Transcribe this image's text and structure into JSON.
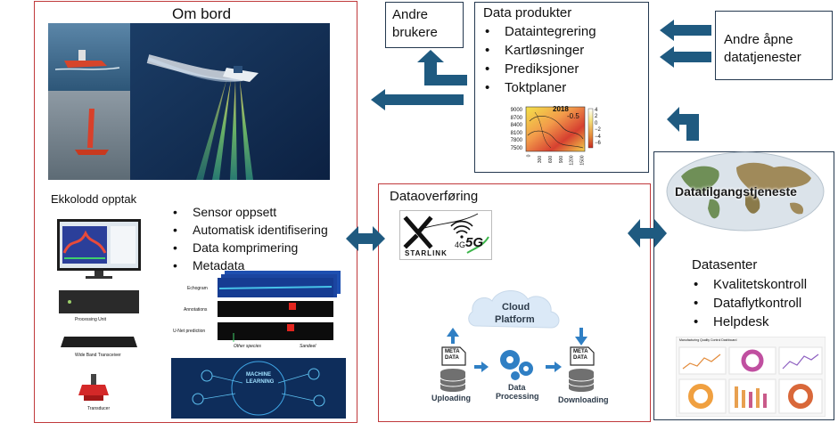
{
  "onboard": {
    "title": "Om bord",
    "echo_title": "Ekkolodd opptak",
    "bullets": [
      "Sensor oppsett",
      "Automatisk identifisering",
      "Data komprimering",
      "Metadata"
    ],
    "hardware_labels": [
      "Processing Unit",
      "Wide Band Transceiver",
      "Transducer"
    ],
    "echogram_labels": [
      "Echogram",
      "Annotations",
      "U-Net prediction",
      "Other species",
      "Sandeel"
    ],
    "ml_label_1": "MACHINE",
    "ml_label_2": "LEARNING"
  },
  "other_users": {
    "label_1": "Andre",
    "label_2": "brukere"
  },
  "data_products": {
    "title": "Data produkter",
    "bullets": [
      "Dataintegrering",
      "Kartløsninger",
      "Prediksjoner",
      "Toktplaner"
    ],
    "plot_title": "2018",
    "plot_yticks": [
      "9000",
      "8700",
      "8400",
      "8100",
      "7800",
      "7500"
    ],
    "plot_xticks": [
      "0",
      "300",
      "600",
      "900",
      "1200",
      "1500"
    ],
    "plot_cbar": [
      "4",
      "2",
      "0",
      "−2",
      "−4",
      "−6"
    ],
    "plot_contour_label": "-0.5"
  },
  "open_services": {
    "label_1": "Andre åpne",
    "label_2": "datatjenester"
  },
  "transfer": {
    "title": "Dataoverføring",
    "starlink": "STARLINK",
    "net_4g": "4G",
    "net_5g": "5G",
    "cloud_1": "Cloud",
    "cloud_2": "Platform",
    "meta_1": "META",
    "meta_2": "DATA",
    "uploading": "Uploading",
    "processing_1": "Data",
    "processing_2": "Processing",
    "downloading": "Downloading"
  },
  "datacenter": {
    "access_service": "Datatilgangstjeneste",
    "title": "Datasenter",
    "bullets": [
      "Kvalitetskontroll",
      "Dataflytkontroll",
      "Helpdesk"
    ],
    "dashboard_title": "Manufacturing Quality Control Dashboard"
  },
  "colors": {
    "arrow": "#1f5a80",
    "onboard_border": "#c0393b",
    "navy_border": "#24384f",
    "cloud": "#dbe9f7",
    "icon_blue": "#2f7fc4"
  }
}
